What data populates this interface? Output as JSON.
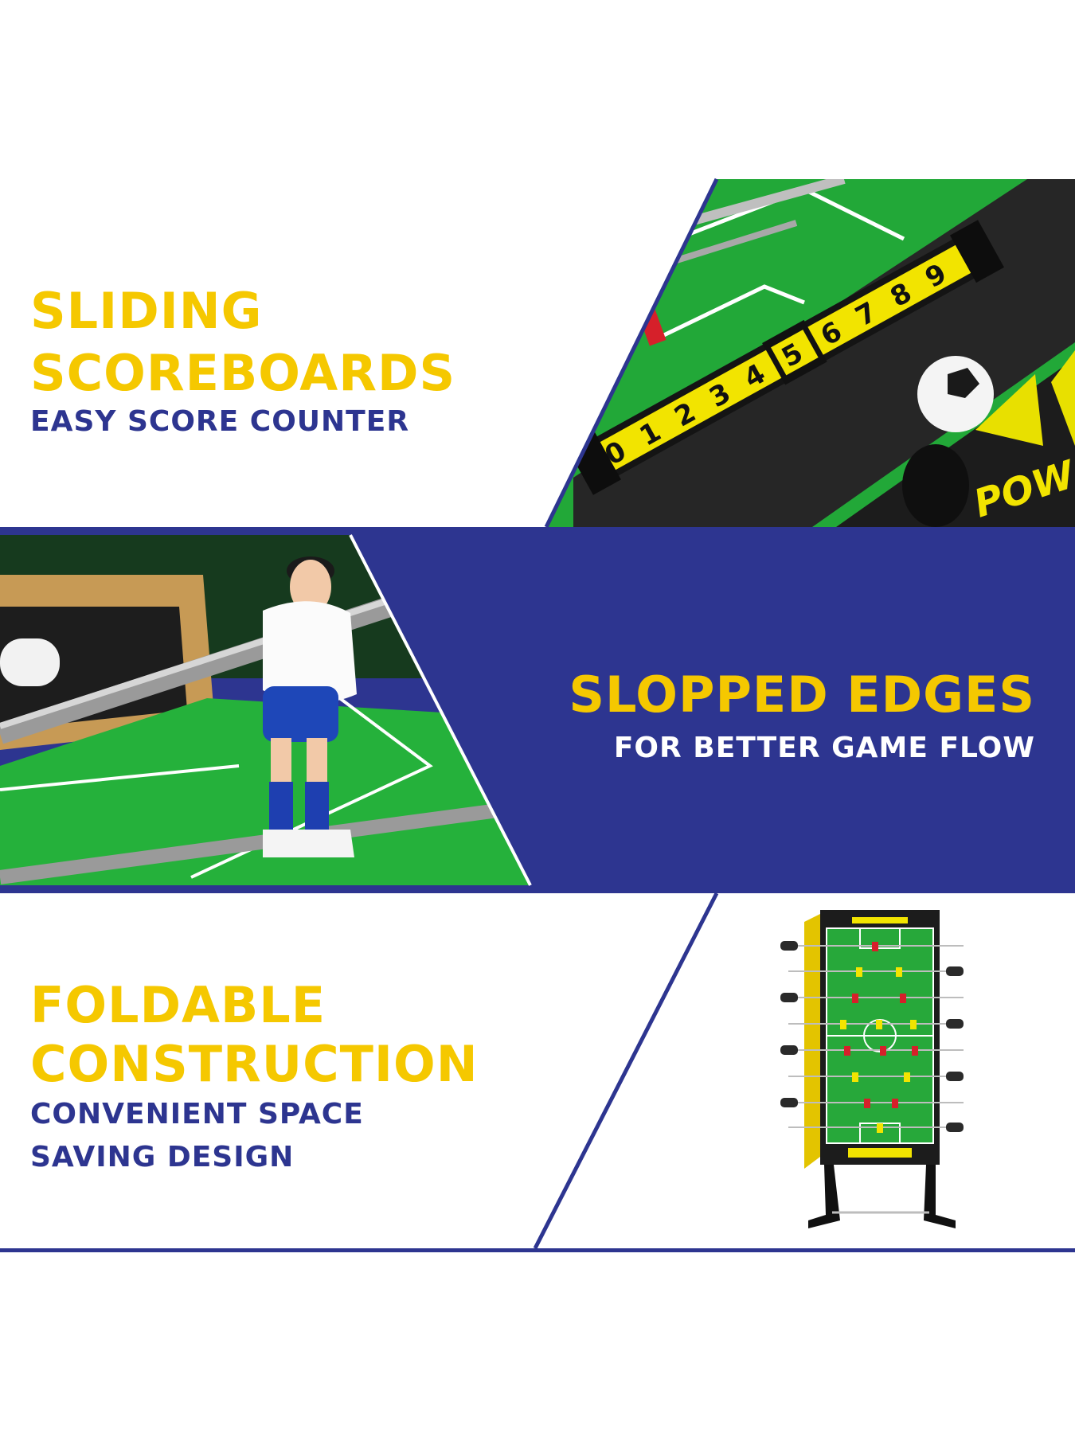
{
  "colors": {
    "yellow": "#f5c800",
    "navy": "#2d3590",
    "green": "#22a838",
    "dark": "#1a1a1a",
    "white": "#ffffff"
  },
  "section_1": {
    "title_line_1": "SLIDING",
    "title_line_2": "SCOREBOARDS",
    "subtitle": "EASY SCORE COUNTER",
    "score_digits": [
      "0",
      "1",
      "2",
      "3",
      "4",
      "5",
      "6",
      "7",
      "8",
      "9"
    ],
    "selected_digit": "5",
    "power_text": "POW",
    "image_icon": "scoreboard-photo-icon"
  },
  "section_2": {
    "title": "SLOPPED EDGES",
    "subtitle": "FOR BETTER GAME FLOW",
    "image_icon": "foosball-player-photo-icon"
  },
  "section_3": {
    "title_line_1": "FOLDABLE",
    "title_line_2": "CONSTRUCTION",
    "subtitle_line_1": "CONVENIENT SPACE",
    "subtitle_line_2": "SAVING DESIGN",
    "image_icon": "folded-table-photo-icon"
  }
}
